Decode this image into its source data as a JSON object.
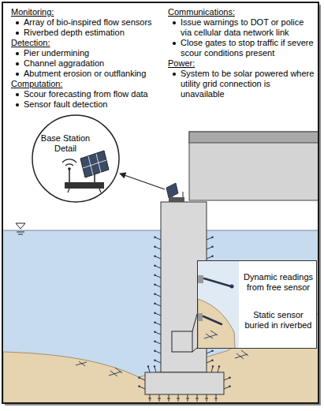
{
  "diagram": {
    "nodes": [
      {
        "text": [
          "Base Station Detail"
        ]
      },
      {
        "text": [
          "Dynamic readings from free sensor",
          "Static sensor buried in riverbed"
        ]
      }
    ],
    "labels": [
      "Monitoring:",
      "Array of bio-inspired flow sensors",
      "Riverbed depth estimation",
      "Detection:",
      "Pier undermining",
      "Channel aggradation",
      "Abutment erosion or outflanking",
      "Computation:",
      "Scour forecasting from flow data",
      "Sensor fault detection",
      "Communications:",
      "Issue warnings to DOT or police via cellular data network link",
      "Close gates to stop traffic if severe scour conditions present",
      "Power:",
      "System to be solar powered where utility grid connection is unavailable"
    ]
  }
}
